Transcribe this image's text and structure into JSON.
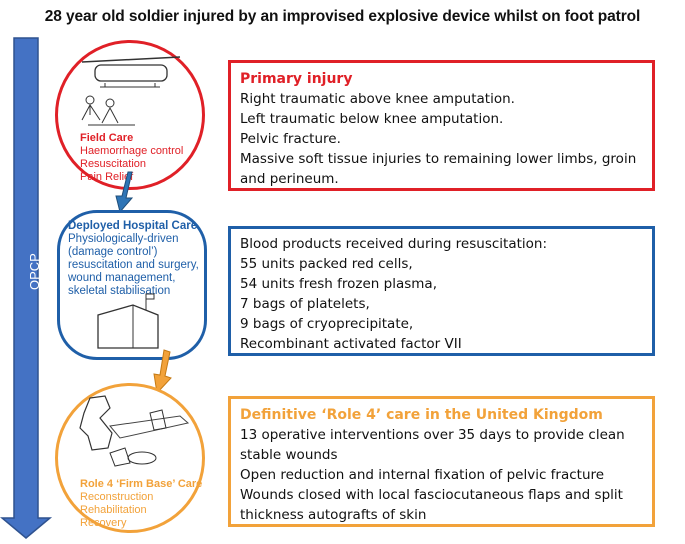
{
  "title": "28 year old soldier injured by an improvised explosive device whilst on foot patrol",
  "timeline_label": "OPCP",
  "colors": {
    "red": "#e02027",
    "blue": "#1f5fa8",
    "orange": "#f2a23a",
    "arrow": "#4472c4"
  },
  "stages": [
    {
      "circle_heading": "Field Care",
      "circle_lines": [
        "Haemorrhage control",
        "Resuscitation",
        "Pain Relief"
      ],
      "box_heading": "Primary injury",
      "box_lines": [
        "Right traumatic above knee amputation.",
        "Left traumatic below knee amputation.",
        "Pelvic fracture.",
        "Massive soft tissue injuries to remaining lower limbs, groin",
        "and perineum."
      ]
    },
    {
      "circle_heading": "Deployed Hospital Care",
      "circle_lines": [
        "Physiologically-driven",
        "(damage control’)",
        "resuscitation and surgery,",
        "wound management,",
        "skeletal stabilisation"
      ],
      "box_heading": "",
      "box_lines": [
        "Blood products received during resuscitation:",
        "55 units packed red cells,",
        "54 units fresh frozen plasma,",
        "7 bags of platelets,",
        "9 bags of cryoprecipitate,",
        "Recombinant activated factor VII"
      ]
    },
    {
      "circle_heading": "Role 4 ‘Firm Base’ Care",
      "circle_lines": [
        "Reconstruction",
        "Rehabilitation",
        "Recovery"
      ],
      "box_heading": "Definitive ‘Role 4’ care in the United Kingdom",
      "box_lines": [
        "13 operative interventions over 35 days to provide clean",
        "stable wounds",
        "Open reduction and internal fixation of pelvic fracture",
        "Wounds closed with local fasciocutaneous flaps and split",
        "thickness autografts of skin"
      ]
    }
  ]
}
